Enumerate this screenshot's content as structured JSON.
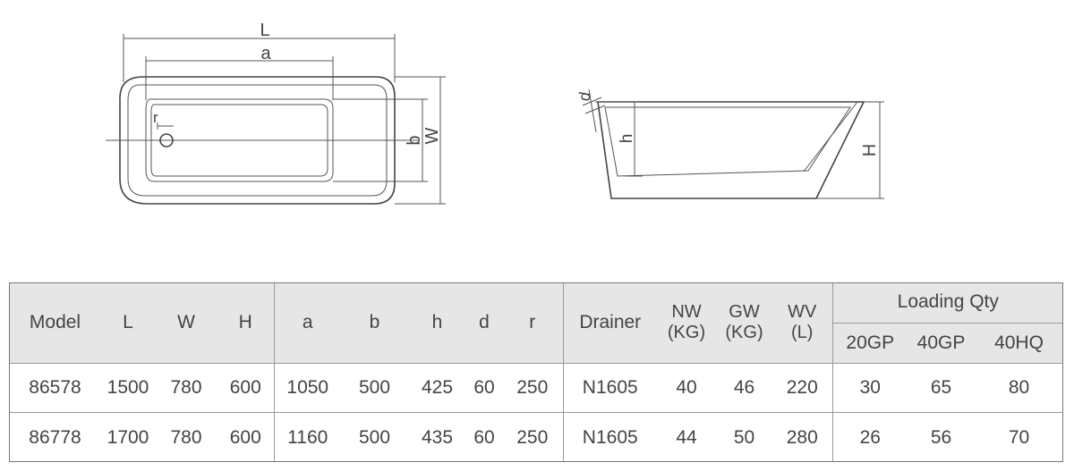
{
  "drawing": {
    "top_labels": {
      "L": "L",
      "a": "a",
      "b": "b",
      "W": "W",
      "r": "r"
    },
    "side_labels": {
      "d": "d",
      "h": "h",
      "H": "H"
    }
  },
  "table": {
    "headers": {
      "model": "Model",
      "L": "L",
      "W": "W",
      "H": "H",
      "a": "a",
      "b": "b",
      "h": "h",
      "d": "d",
      "r": "r",
      "drainer": "Drainer",
      "nw_1": "NW",
      "nw_2": "(KG)",
      "gw_1": "GW",
      "gw_2": "(KG)",
      "wv_1": "WV",
      "wv_2": "(L)",
      "loading_qty": "Loading Qty",
      "gp20": "20GP",
      "gp40": "40GP",
      "hq40": "40HQ"
    },
    "rows": [
      {
        "model": "86578",
        "L": "1500",
        "W": "780",
        "H": "600",
        "a": "1050",
        "b": "500",
        "h": "425",
        "d": "60",
        "r": "250",
        "drainer": "N1605",
        "nw": "40",
        "gw": "46",
        "wv": "220",
        "gp20": "30",
        "gp40": "65",
        "hq40": "80"
      },
      {
        "model": "86778",
        "L": "1700",
        "W": "780",
        "H": "600",
        "a": "1160",
        "b": "500",
        "h": "435",
        "d": "60",
        "r": "250",
        "drainer": "N1605",
        "nw": "44",
        "gw": "50",
        "wv": "280",
        "gp20": "26",
        "gp40": "56",
        "hq40": "70"
      }
    ]
  }
}
